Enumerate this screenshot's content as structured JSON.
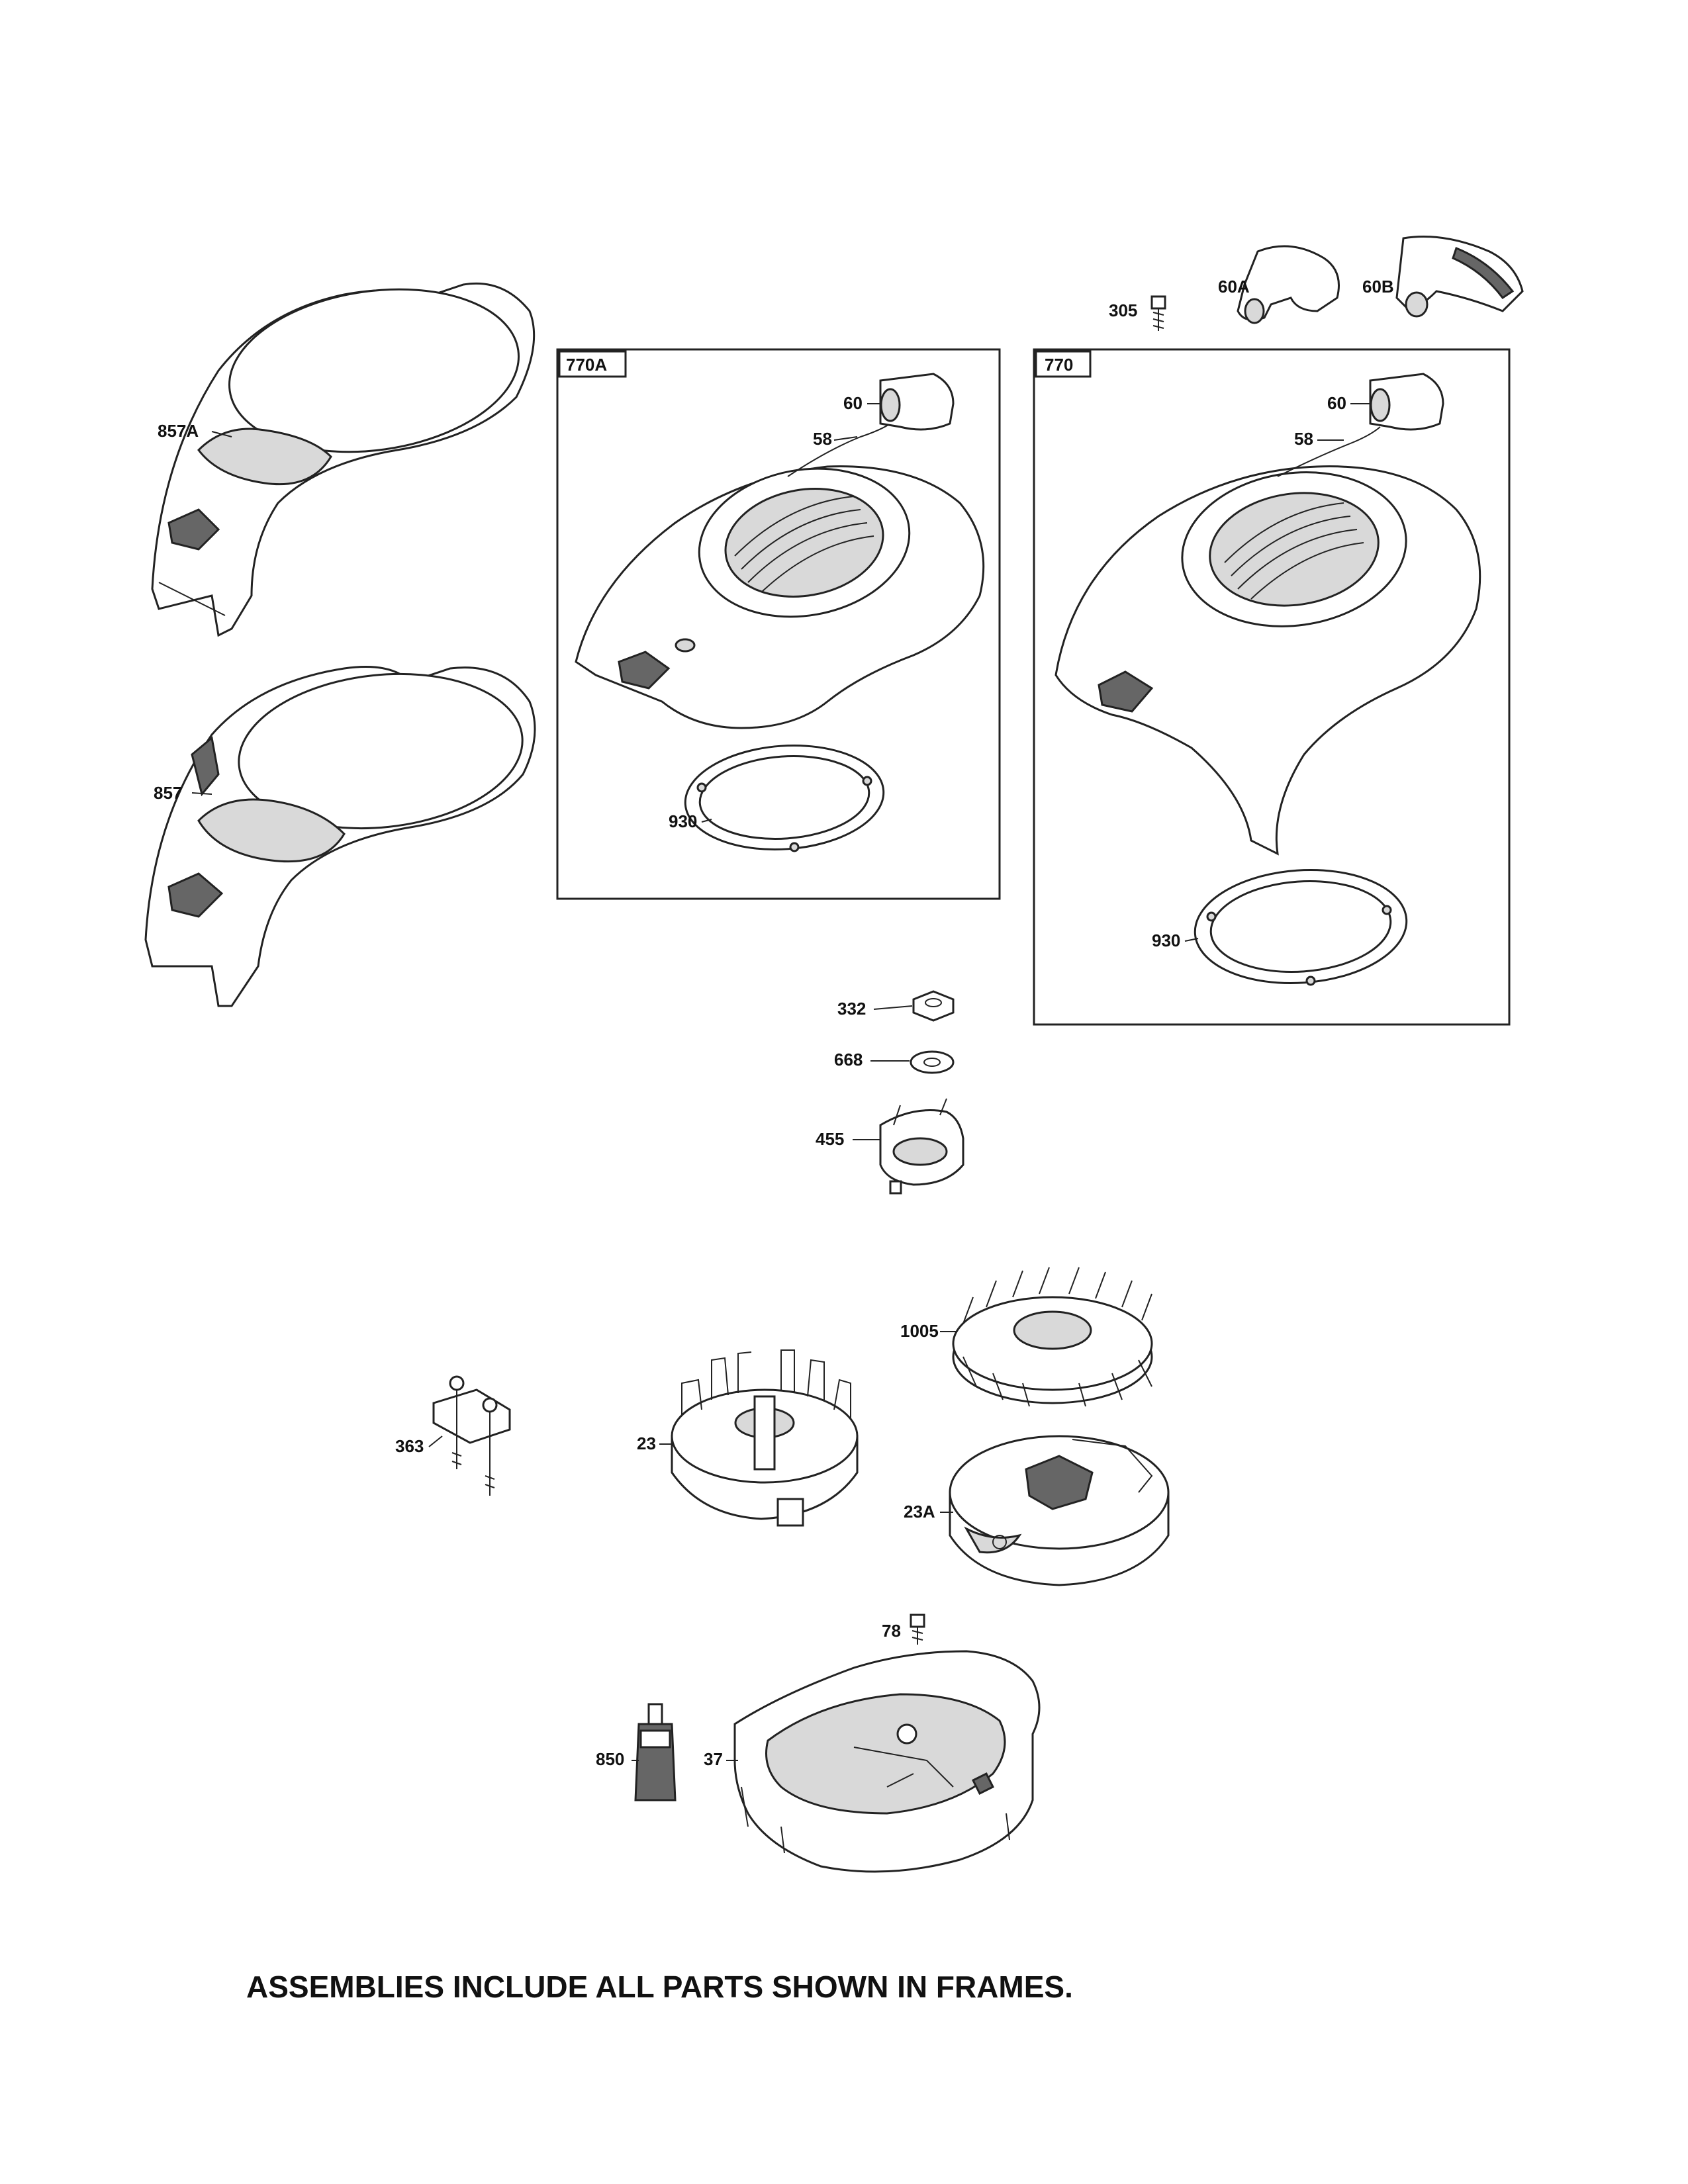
{
  "frames": [
    {
      "id": "770A",
      "label": "770A"
    },
    {
      "id": "770",
      "label": "770"
    }
  ],
  "callouts": {
    "c305": "305",
    "c60A": "60A",
    "c60B": "60B",
    "c857A": "857A",
    "c857": "857",
    "c770A_60": "60",
    "c770A_58": "58",
    "c770A_930": "930",
    "c770_60": "60",
    "c770_58": "58",
    "c770_930": "930",
    "c332": "332",
    "c668": "668",
    "c455": "455",
    "c1005": "1005",
    "c363": "363",
    "c23": "23",
    "c23A": "23A",
    "c78": "78",
    "c850": "850",
    "c37": "37"
  },
  "footer_note": "ASSEMBLIES INCLUDE ALL PARTS SHOWN IN FRAMES."
}
